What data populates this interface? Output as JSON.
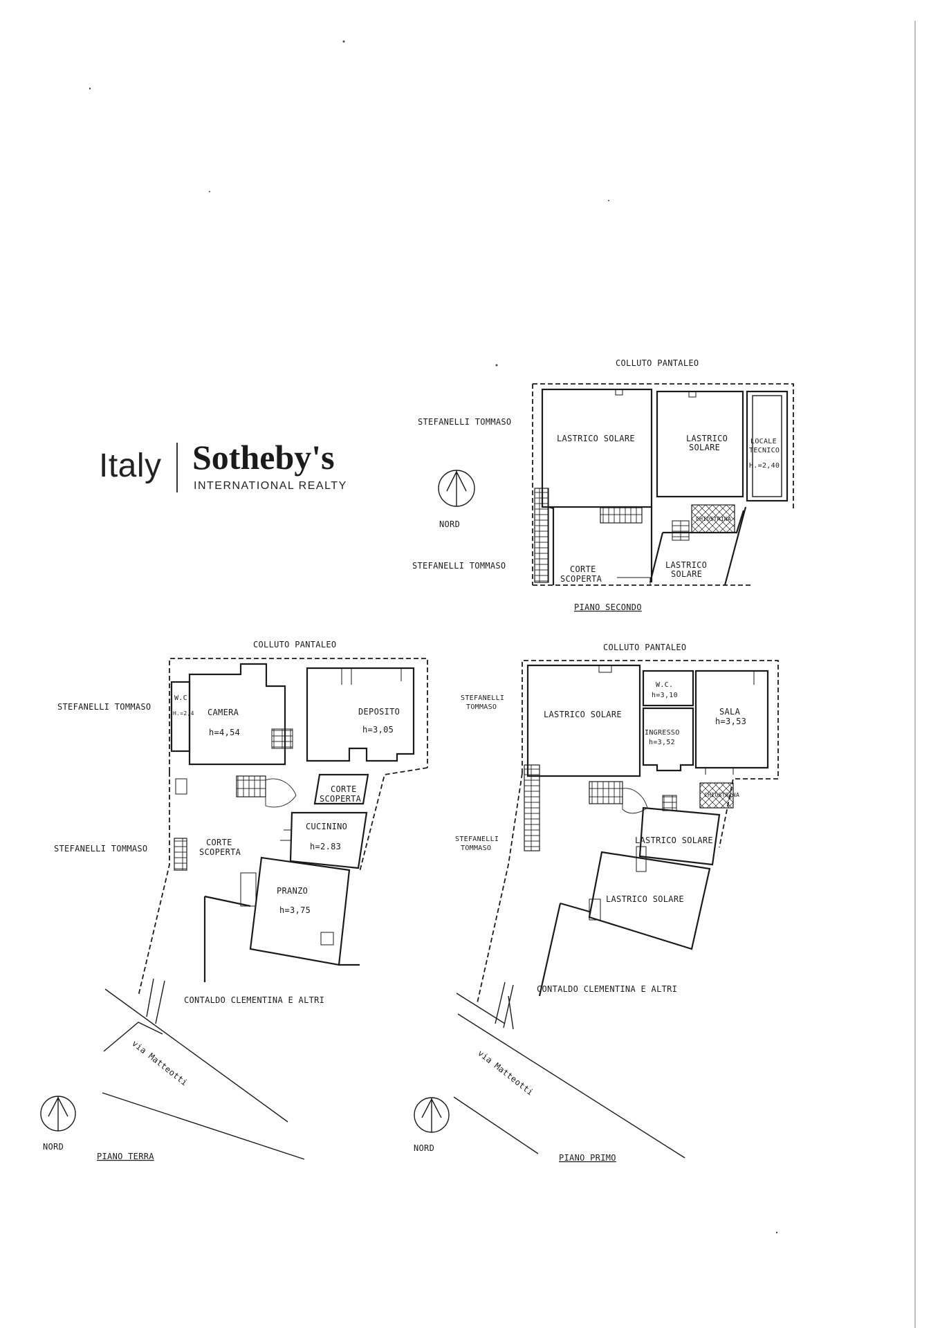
{
  "logo": {
    "italy": "Italy",
    "brand": "Sotheby's",
    "sub": "INTERNATIONAL REALTY"
  },
  "piano_secondo": {
    "title": "PIANO SECONDO",
    "north": "COLLUTO PANTALEO",
    "west_top": "STEFANELLI TOMMASO",
    "west_bottom": "STEFANELLI TOMMASO",
    "nord": "NORD",
    "rooms": {
      "lastrico_1": "LASTRICO SOLARE",
      "lastrico_2a": "LASTRICO",
      "lastrico_2b": "SOLARE",
      "locale_a": "LOCALE",
      "locale_b": "TECNICO",
      "locale_h": "H.=2,40",
      "chiostrina": "CHIOSTRINA",
      "corte_a": "CORTE",
      "corte_b": "SCOPERTA",
      "lastrico_3a": "LASTRICO",
      "lastrico_3b": "SOLARE"
    }
  },
  "piano_terra": {
    "title": "PIANO TERRA",
    "north": "COLLUTO PANTALEO",
    "west_top": "STEFANELLI TOMMASO",
    "west_bottom": "STEFANELLI TOMMASO",
    "south": "CONTALDO CLEMENTINA E ALTRI",
    "street": "via Matteotti",
    "nord": "NORD",
    "rooms": {
      "wc": "W.C",
      "wc_h": "H.=2,4",
      "camera": "CAMERA",
      "camera_h": "h=4,54",
      "deposito": "DEPOSITO",
      "deposito_h": "h=3,05",
      "corte1_a": "CORTE",
      "corte1_b": "SCOPERTA",
      "cucinino": "CUCININO",
      "cucinino_h": "h=2.83",
      "corte2_a": "CORTE",
      "corte2_b": "SCOPERTA",
      "pranzo": "PRANZO",
      "pranzo_h": "h=3,75"
    }
  },
  "piano_primo": {
    "title": "PIANO PRIMO",
    "north": "COLLUTO PANTALEO",
    "west_top_a": "STEFANELLI",
    "west_top_b": "TOMMASO",
    "west_bottom_a": "STEFANELLI",
    "west_bottom_b": "TOMMASO",
    "south": "CONTALDO CLEMENTINA E ALTRI",
    "street": "via Matteotti",
    "nord": "NORD",
    "rooms": {
      "lastrico_1": "LASTRICO SOLARE",
      "wc": "W.C.",
      "wc_h": "h=3,10",
      "ingresso": "INGRESSO",
      "ingresso_h": "h=3,52",
      "sala": "SALA",
      "sala_h": "h=3,53",
      "chiostrina": "CHIOSTRINA",
      "lastrico_2": "LASTRICO SOLARE",
      "lastrico_3": "LASTRICO SOLARE"
    }
  }
}
